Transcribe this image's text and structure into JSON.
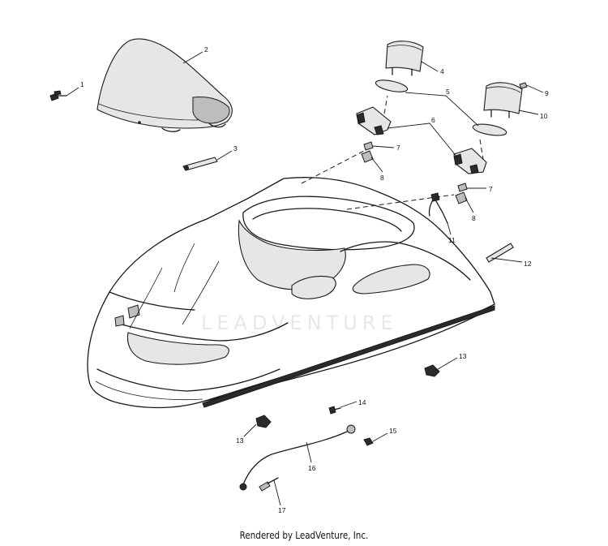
{
  "watermark": "LEADVENTURE",
  "footer": "Rendered by LeadVenture, Inc.",
  "callouts": [
    "1",
    "2",
    "3",
    "4",
    "5",
    "6",
    "7",
    "7",
    "8",
    "8",
    "9",
    "10",
    "11",
    "12",
    "13",
    "13",
    "14",
    "15",
    "16",
    "17"
  ]
}
